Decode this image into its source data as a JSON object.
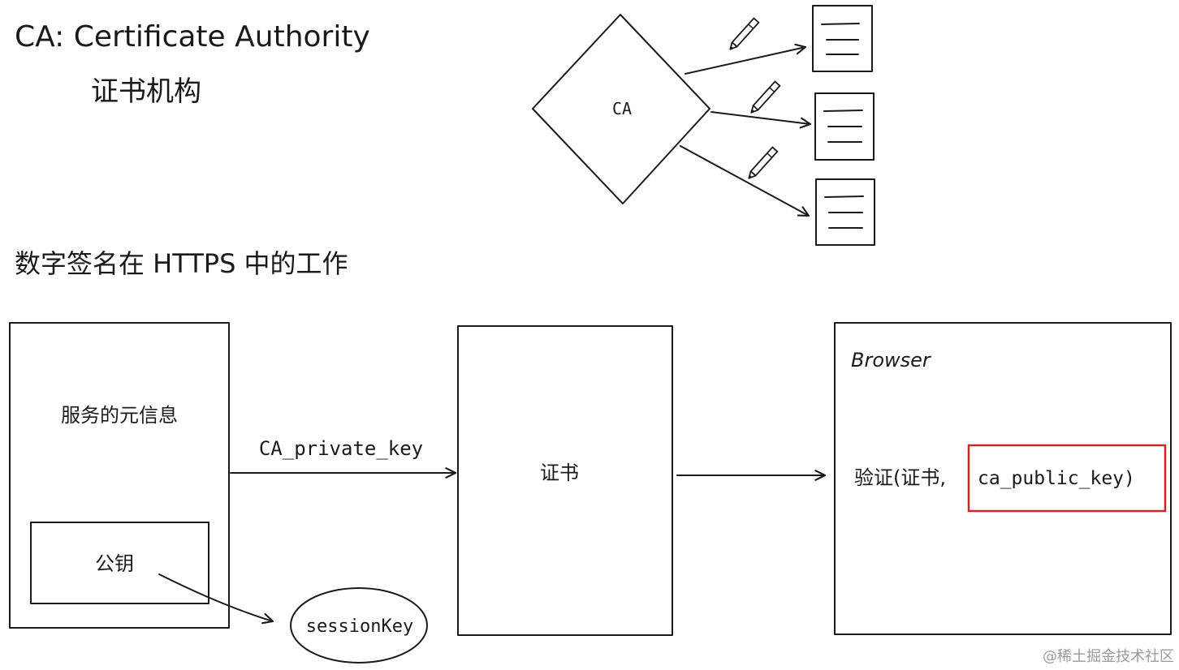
{
  "heading": {
    "title_en": "CA: Certificate Authority",
    "title_cn": "证书机构",
    "section": "数字签名在 HTTPS 中的工作"
  },
  "ca_diagram": {
    "node_label": "CA"
  },
  "flow": {
    "server_box_label": "服务的元信息",
    "public_key_label": "公钥",
    "session_key_label": "sessionKey",
    "arrow_label": "CA_private_key",
    "certificate_label": "证书",
    "browser_label": "Browser",
    "verify_prefix": "验证(证书,",
    "verify_key": "ca_public_key)"
  },
  "watermark": "@稀土掘金技术社区",
  "colors": {
    "ink": "#1a1a1a",
    "highlight": "#c62828",
    "watermark": "#9a9a9a"
  }
}
